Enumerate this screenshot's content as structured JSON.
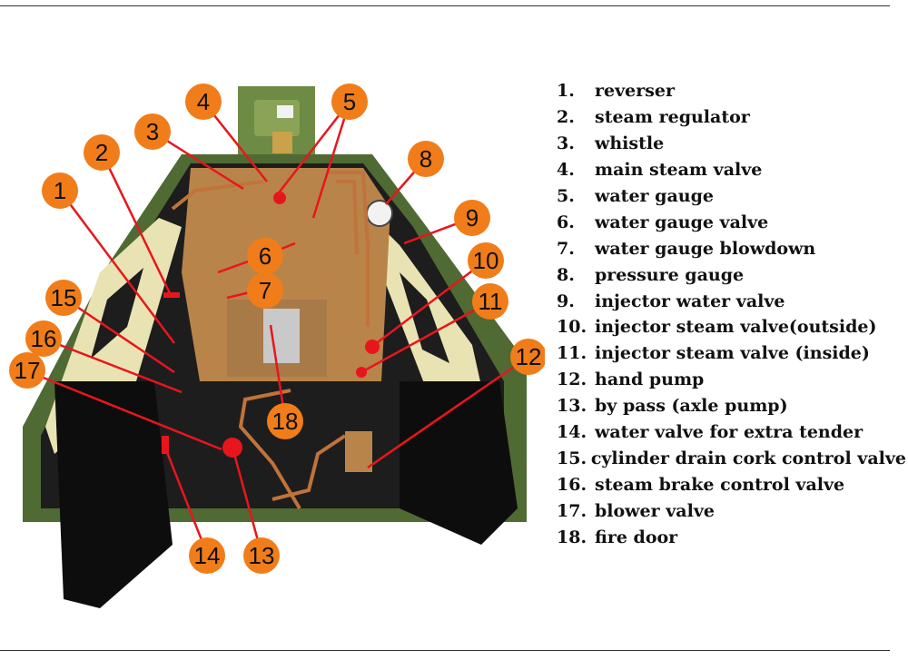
{
  "legend": [
    {
      "num": "1.",
      "label": "reverser"
    },
    {
      "num": "2.",
      "label": "steam regulator"
    },
    {
      "num": "3.",
      "label": "whistle"
    },
    {
      "num": "4.",
      "label": "main steam valve"
    },
    {
      "num": "5.",
      "label": "water gauge"
    },
    {
      "num": "6.",
      "label": "water gauge valve"
    },
    {
      "num": "7.",
      "label": "water gauge blowdown"
    },
    {
      "num": "8.",
      "label": "pressure gauge"
    },
    {
      "num": "9.",
      "label": "injector water valve"
    },
    {
      "num": "10.",
      "label": "injector steam valve(outside)"
    },
    {
      "num": "11.",
      "label": "injector steam valve (inside)"
    },
    {
      "num": "12.",
      "label": "hand pump"
    },
    {
      "num": "13.",
      "label": "by pass (axle pump)"
    },
    {
      "num": "14.",
      "label": "water valve for extra tender"
    },
    {
      "num": "15.",
      "label": "cylinder drain cork control valve"
    },
    {
      "num": "16.",
      "label": "steam brake control valve"
    },
    {
      "num": "17.",
      "label": "blower valve"
    },
    {
      "num": "18.",
      "label": "fire door"
    }
  ],
  "callouts": [
    "1",
    "2",
    "3",
    "4",
    "5",
    "6",
    "7",
    "8",
    "9",
    "10",
    "11",
    "12",
    "13",
    "14",
    "15",
    "16",
    "17",
    "18"
  ],
  "colors": {
    "callout_fill": "#f07d1a",
    "leader_line": "#e8161c",
    "cab_green": "#5f7d3a",
    "backhead_copper": "#b9844a",
    "cab_frame": "#e9e3b4"
  }
}
